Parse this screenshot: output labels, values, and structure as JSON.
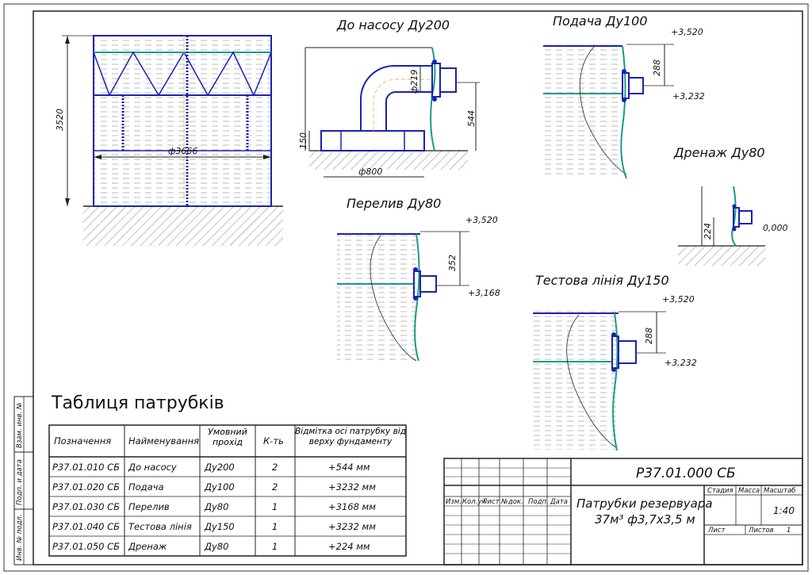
{
  "drawing": {
    "titles": {
      "pump": "До насосу Ду200",
      "supply": "Подача Ду100",
      "drain": "Дренаж Ду80",
      "overflow": "Перелив Ду80",
      "test": "Тестова лінія Ду150"
    },
    "dims": {
      "height": "3520",
      "diameter": "ф3666",
      "pump_pipe_d": "ф219",
      "pump_h": "544",
      "pump_base": "150",
      "pump_found": "ф800",
      "supply_top": "+3,520",
      "supply_h": "288",
      "supply_axis": "+3,232",
      "overflow_top": "+3,520",
      "overflow_h": "352",
      "overflow_axis": "+3,168",
      "drain_h": "224",
      "drain_level": "0,000",
      "test_top": "+3,520",
      "test_h": "288",
      "test_axis": "+3,232"
    }
  },
  "table": {
    "title": "Таблиця патрубків",
    "headers": [
      "Позначення",
      "Найменування",
      "Умовний прохід",
      "К-ть",
      "Відмітка осі патрубку від верху фундаменту"
    ],
    "rows": [
      [
        "Р37.01.010 СБ",
        "До насосу",
        "Ду200",
        "2",
        "+544 мм"
      ],
      [
        "Р37.01.020 СБ",
        "Подача",
        "Ду100",
        "2",
        "+3232 мм"
      ],
      [
        "Р37.01.030 СБ",
        "Перелив",
        "Ду80",
        "1",
        "+3168 мм"
      ],
      [
        "Р37.01.040 СБ",
        "Тестова лінія",
        "Ду150",
        "1",
        "+3232 мм"
      ],
      [
        "Р37.01.050 СБ",
        "Дренаж",
        "Ду80",
        "1",
        "+224 мм"
      ]
    ]
  },
  "stamp": {
    "code": "Р37.01.000 СБ",
    "name_line1": "Патрубки резервуара",
    "name_line2": "37м³ ф3,7х3,5 м",
    "cols": [
      "Изм.",
      "Кол.уч",
      "Лист",
      "№док.",
      "Подп.",
      "Дата"
    ],
    "stage": "Стадия",
    "mass": "Масса",
    "scale": "Масштаб",
    "scale_value": "1:40",
    "sheet": "Лист",
    "sheets": "Листов",
    "sheets_value": "1"
  },
  "side": {
    "a": "Взам. инв. №",
    "b": "Подп. и дата",
    "c": "Инв. № подл."
  }
}
